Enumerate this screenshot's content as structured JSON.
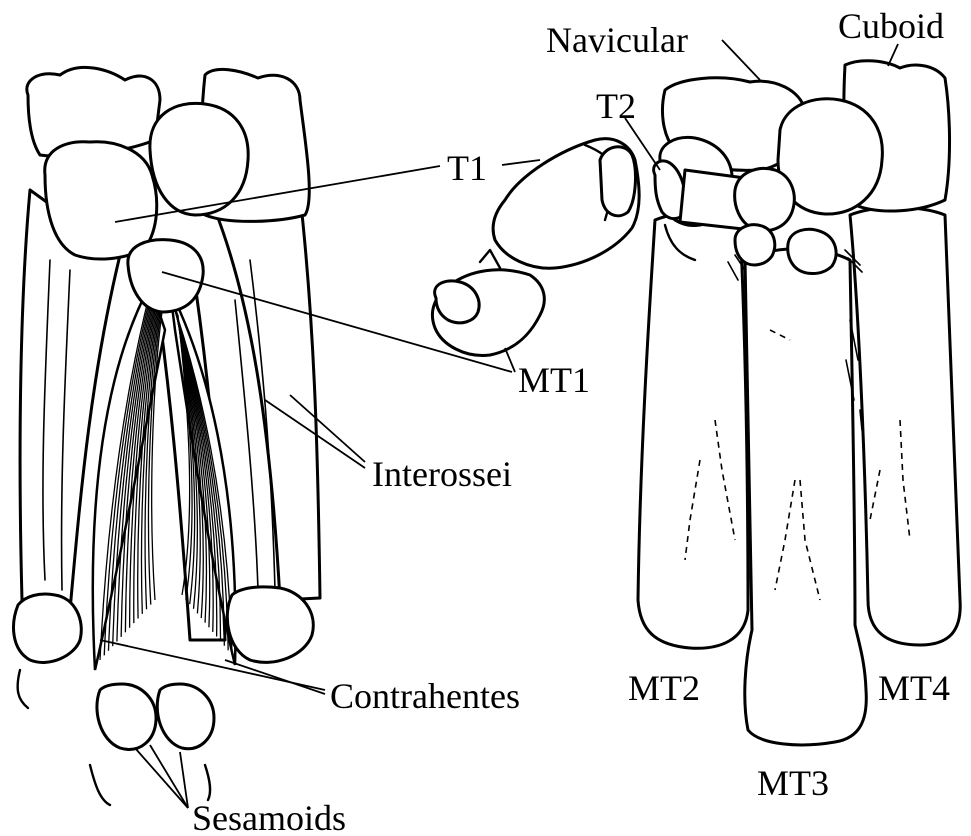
{
  "labels": {
    "navicular": "Navicular",
    "cuboid": "Cuboid",
    "t2": "T2",
    "t1": "T1",
    "mt1": "MT1",
    "interossei": "Interossei",
    "contrahentes": "Contrahentes",
    "sesamoids": "Sesamoids",
    "mt2": "MT2",
    "mt3": "MT3",
    "mt4": "MT4"
  },
  "colors": {
    "ink": "#000000",
    "paper": "#ffffff"
  }
}
